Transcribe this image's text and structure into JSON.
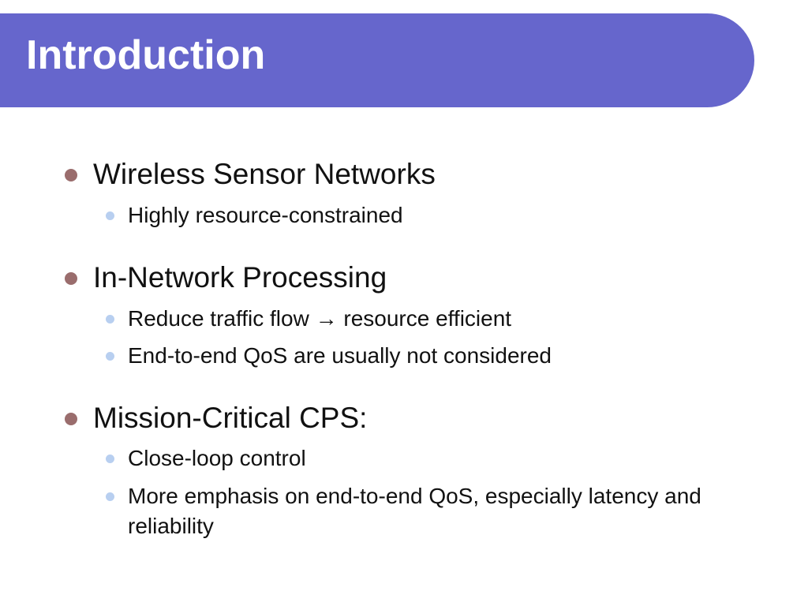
{
  "slide": {
    "title": "Introduction",
    "sections": [
      {
        "heading": "Wireless Sensor Networks",
        "items": [
          "Highly resource-constrained"
        ]
      },
      {
        "heading": "In-Network Processing",
        "items": [
          "Reduce traffic flow → resource efficient",
          "End-to-end QoS are usually not considered"
        ]
      },
      {
        "heading": "Mission-Critical CPS:",
        "items": [
          "Close-loop control",
          "More emphasis on end-to-end QoS, especially latency and reliability"
        ]
      }
    ]
  },
  "colors": {
    "title_bar": "#6666cc",
    "title_text": "#ffffff",
    "bullet_level1": "#9a6d6d",
    "bullet_level2": "#b8cff0"
  }
}
